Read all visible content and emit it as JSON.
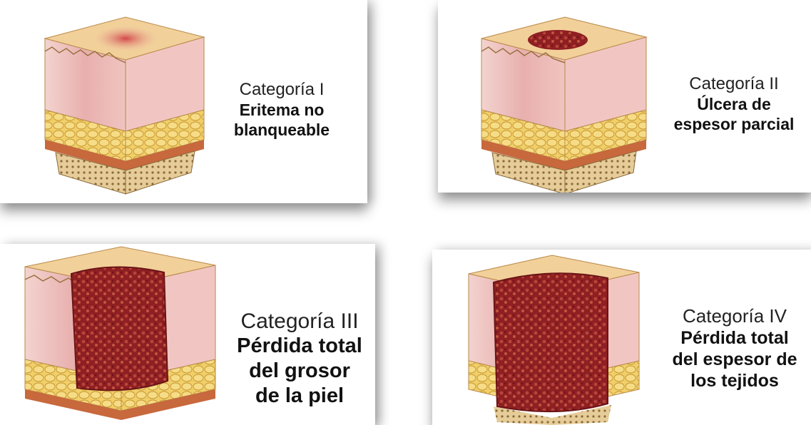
{
  "panels": [
    {
      "category": "Categoría I",
      "description": "Eritema no\nblanqueable"
    },
    {
      "category": "Categoría II",
      "description": "Úlcera de\nespesor parcial"
    },
    {
      "category": "Categoría III",
      "description": "Pérdida total\ndel grosor\nde la piel"
    },
    {
      "category": "Categoría IV",
      "description": "Pérdida total\ndel espesor de\nlos tejidos"
    }
  ],
  "colors": {
    "epidermis": "#e9c48b",
    "dermis": "#ecbcb8",
    "fat": "#e8c458",
    "muscle": "#c8683d",
    "bone": "#e2c493",
    "wound": "#9c2a2a"
  }
}
